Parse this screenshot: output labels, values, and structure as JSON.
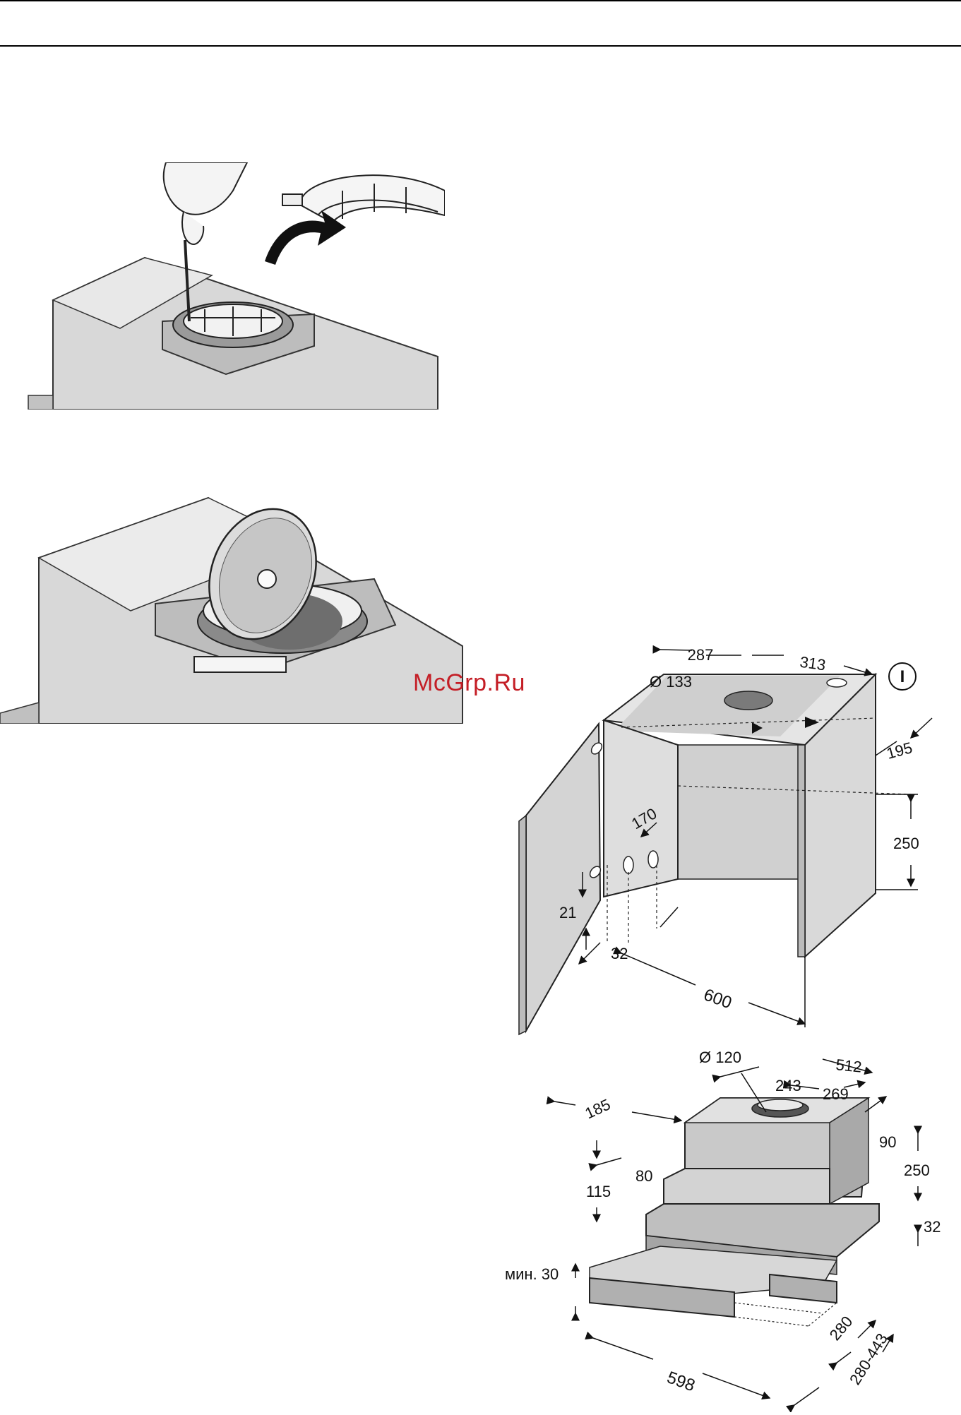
{
  "watermark": "McGrp.Ru",
  "cabinet_dims": {
    "top_left": "287",
    "top_right": "313",
    "hole_diameter": "Ø 133",
    "marker": "I",
    "depth_offset": "195",
    "height": "250",
    "hinge_spacing": "170",
    "hinge_offset": "21",
    "hinge_depth": "32",
    "width": "600"
  },
  "hood_dims": {
    "duct_diameter": "Ø 120",
    "total_depth": "512",
    "duct_left": "243",
    "duct_right": "269",
    "front_offset": "185",
    "top_gap": "90",
    "height": "250",
    "step": "80",
    "front_height": "115",
    "bottom": "32",
    "min_label": "мин. 30",
    "depth": "280",
    "extended_depth": "280-443",
    "width": "598"
  }
}
